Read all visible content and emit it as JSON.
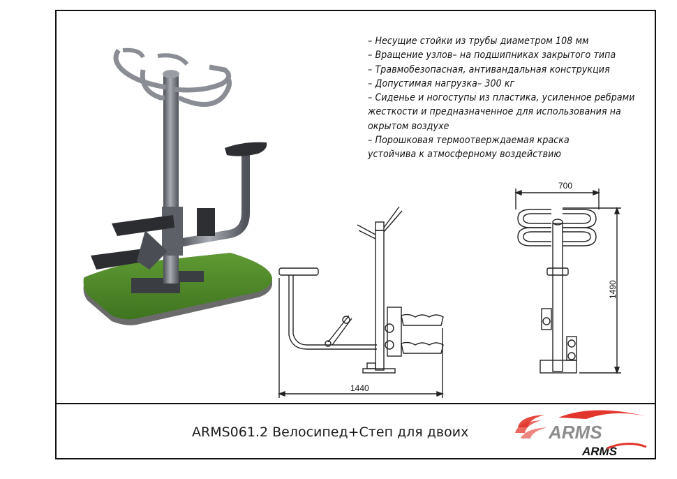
{
  "specs": [
    "– Несущие стойки из трубы диаметром 108 мм",
    "– Вращение узлов– на подшипниках закрытого типа",
    "– Травмобезопасная, антивандальная конструкция",
    "– Допустимая нагрузка– 300 кг",
    "– Сиденье и ногоступы из пластика, усиленное ребрами",
    "жесткости и предназначенное для использования на",
    "окрытом воздухе",
    "– Порошковая термоотверждаемая краска",
    "устойчива к атмосферному воздействию"
  ],
  "dimensions": {
    "width": "700",
    "height": "1490",
    "length": "1440"
  },
  "title": "ARMS061.2 Велосипед+Степ для двоих",
  "logo": {
    "large": "ARMS",
    "small": "ARMS"
  },
  "colors": {
    "grass": "#4f8a2a",
    "metal": "#7b7f86",
    "logo_red": "#e2362c",
    "logo_gray": "#8d8d8d"
  }
}
